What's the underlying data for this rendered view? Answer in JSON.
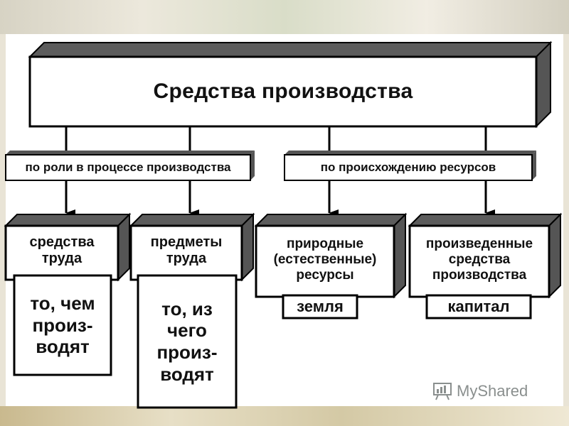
{
  "title": "Средства производства",
  "classifications": {
    "by_role": "по роли в процессе производства",
    "by_origin": "по происхождению ресурсов"
  },
  "categories": [
    {
      "label": "средства\nтруда",
      "detail": "то, чем\nпроиз-\nводят"
    },
    {
      "label": "предметы\nтруда",
      "detail": "то, из\nчего\nпроиз-\nводят"
    },
    {
      "label": "природные\n(естественные)\nресурсы",
      "example": "земля"
    },
    {
      "label": "произведенные\nсредства\nпроизводства",
      "example": "капитал"
    }
  ],
  "watermark": {
    "text": "MyShared",
    "icon": "presentation-board-icon"
  },
  "colors": {
    "box_fill": "#ffffff",
    "box_side": "#555555",
    "outline": "#000000"
  }
}
